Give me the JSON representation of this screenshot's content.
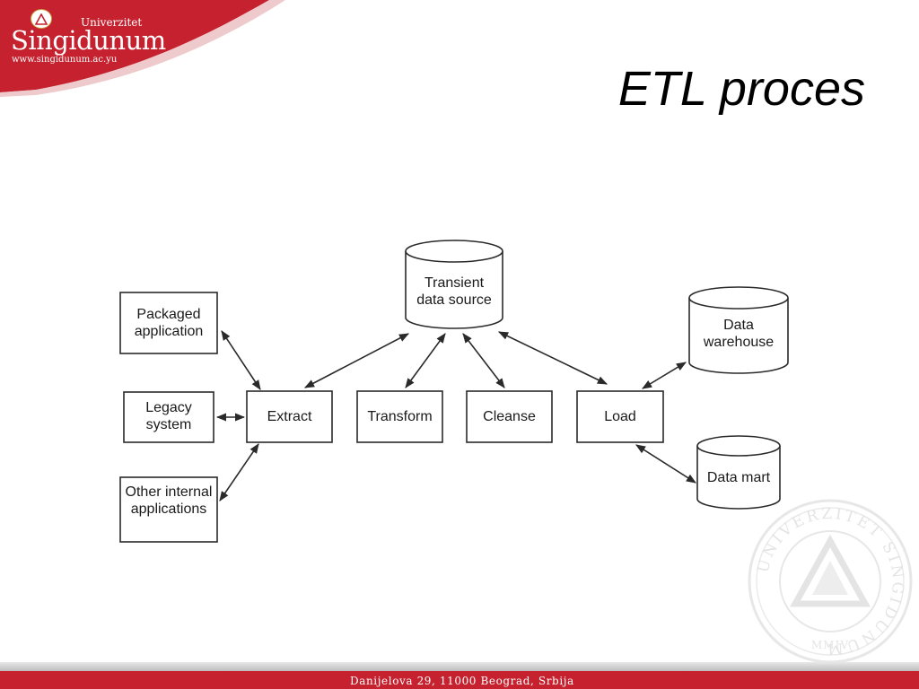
{
  "logo": {
    "top_text": "Univerzitet",
    "main_text": "Singidunum",
    "url": "www.singidunum.ac.yu"
  },
  "title": "ETL proces",
  "diagram": {
    "nodes": {
      "packaged": "Packaged application",
      "legacy": "Legacy system",
      "other": "Other internal applications",
      "extract": "Extract",
      "transform": "Transform",
      "cleanse": "Cleanse",
      "load": "Load",
      "transient": "Transient data source",
      "warehouse": "Data warehouse",
      "mart": "Data mart"
    }
  },
  "watermark": {
    "ring_text": "UNIVERZITET SINGIDUNUM",
    "year": "MMIV"
  },
  "footer": {
    "address": "Danijelova 29, 11000 Beograd, Srbija"
  },
  "colors": {
    "brand_red": "#c6212f",
    "line": "#2a2a2a"
  }
}
